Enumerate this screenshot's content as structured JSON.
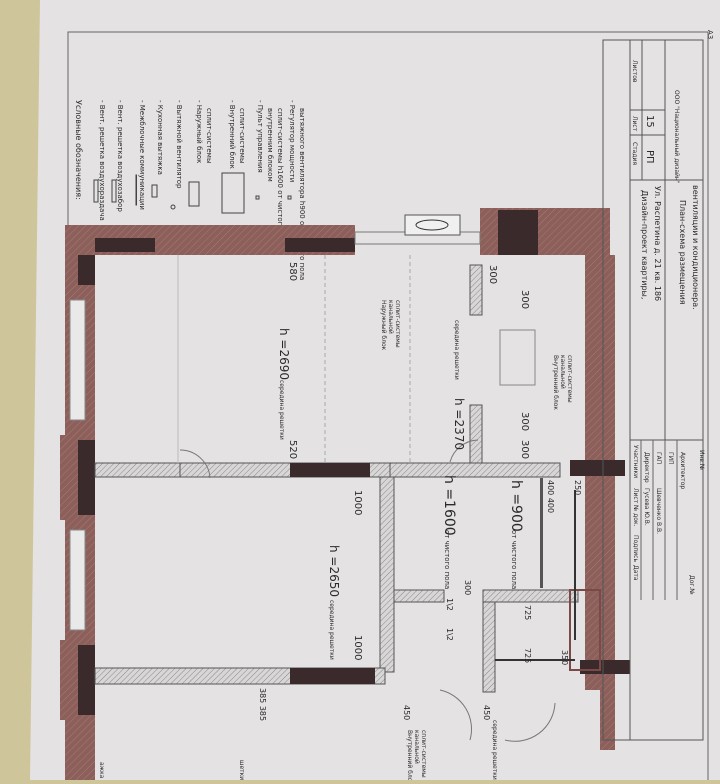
{
  "sheet_format": "А3",
  "legend": {
    "title": "Условные обозначения:",
    "items": [
      {
        "icon": "supply-grille-icon",
        "lines": [
          "- Вент. решетка воздухораздача"
        ]
      },
      {
        "icon": "exhaust-grille-icon",
        "lines": [
          "- Вент. решетка воздухозабор"
        ]
      },
      {
        "icon": "inter-block-line-icon",
        "lines": [
          "- Межблочные коммуникации"
        ]
      },
      {
        "icon": "kitchen-hood-icon",
        "lines": [
          "- Кухонная вытяжка"
        ]
      },
      {
        "icon": "exhaust-fan-icon",
        "lines": [
          "- Вытяжной вентилятор"
        ]
      },
      {
        "icon": "outdoor-unit-icon",
        "lines": [
          "- Наружный блок",
          "сплит-системы"
        ]
      },
      {
        "icon": "indoor-unit-icon",
        "lines": [
          "- Внутренний блок",
          "сплит-системы"
        ]
      },
      {
        "icon": "remote-control-icon",
        "lines": [
          "- Пульт управления",
          "внутренним блоком",
          "сплит-системы h1600 от чистого пола"
        ]
      },
      {
        "icon": "fan-regulator-icon",
        "lines": [
          "- Регулятор мощности",
          "вытяжного вентилятора h900 от чистого пола"
        ]
      }
    ]
  },
  "title_block": {
    "project_line1": "Дизайн-проект квартиры,",
    "project_line2": "Ул. Распетина д. 21 кв. 186",
    "sheet_title_line1": "План-схема размещения",
    "sheet_title_line2": "вентиляции и кондиционера.",
    "stage_header": "Стадия",
    "sheet_header": "Лист",
    "sheets_header": "Листов",
    "stage_value": "РП",
    "sheet_value": "15",
    "company": "ООО \"Национальный дизайн\"",
    "signatures": {
      "headers": [
        "Участники",
        "Лист",
        "№ док.",
        "Подпись",
        "Дата"
      ],
      "rows": [
        {
          "role": "Директор",
          "name": "Гусева Ю.В."
        },
        {
          "role": "ГАП",
          "name": "Шевченко В.В."
        },
        {
          "role": "ГИП",
          "name": ""
        },
        {
          "role": "Архитектор",
          "name": ""
        }
      ],
      "inv_label": "Инв.№",
      "contract_label": "Дог.№"
    }
  },
  "plan_labels": {
    "dim_580": "580",
    "dim_520": "520",
    "h_2690": "h =2690",
    "h_2690_note": "середина решетки",
    "h_2370": "h =2370",
    "h_2370_note": "середина решетки",
    "outdoor_unit": [
      "Наружный блок",
      "канальной",
      "сплит-системы"
    ],
    "indoor_unit": [
      "Внутренний блок",
      "канальной",
      "сплит-системы"
    ],
    "dim_300_a": "300",
    "dim_300_b": "300",
    "dim_300_c": "300",
    "dim_300_d": "300",
    "h_1600": "h =1600",
    "h_1600_note": "от чистого пола",
    "h_900": "h =900",
    "h_900_note": "от чистого пола",
    "dim_1000_a": "1000",
    "dim_1000_b": "1000",
    "h_2650": "h =2650",
    "h_2650_note": "середина решетки",
    "dim_400_400": "400 400",
    "dim_250": "250",
    "dim_300_e": "300",
    "half_a": "1\\2",
    "half_b": "1\\2",
    "dim_725_a": "725",
    "dim_725_b": "725",
    "dim_350": "350",
    "dim_385_385": "385 385",
    "dim_450_a": "450",
    "dim_450_b": "450",
    "bottom_note_grille": "середина решетки",
    "bottom_note_unit": [
      "Внутренний блок",
      "канальной",
      "сплит-системы"
    ],
    "bottom_left_note_a": "шетки",
    "bottom_left_note_b": "ажка"
  },
  "colors": {
    "paper": "#e4e2e3",
    "brick": "#8c5f5b",
    "wall_dark": "#3b2a2b",
    "line": "#555555"
  }
}
